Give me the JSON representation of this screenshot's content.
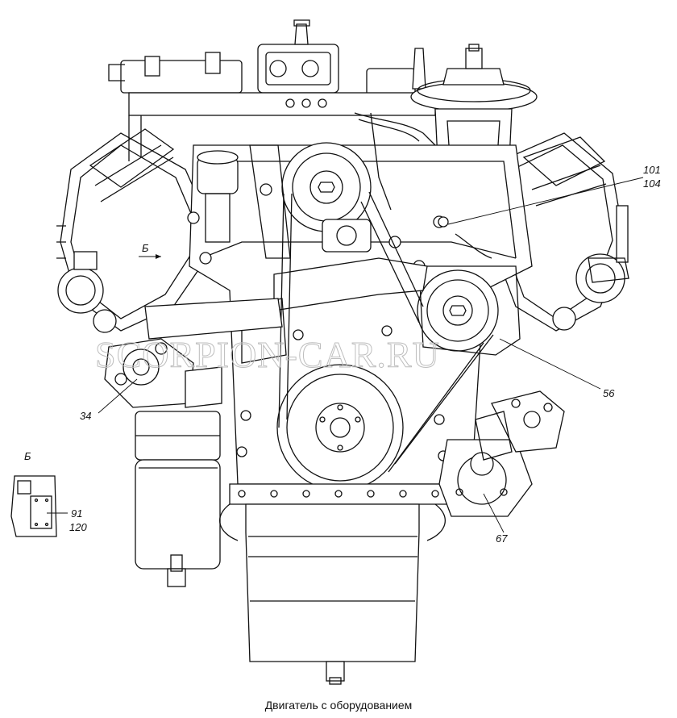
{
  "figure": {
    "caption": "Двигатель с оборудованием",
    "watermark": "SCORPION-CAR.RU",
    "view_arrow_label": "Б",
    "inset_label": "Б"
  },
  "callouts": [
    {
      "id": "c101",
      "text": "101"
    },
    {
      "id": "c104",
      "text": "104"
    },
    {
      "id": "c56",
      "text": "56"
    },
    {
      "id": "c34",
      "text": "34"
    },
    {
      "id": "c67",
      "text": "67"
    },
    {
      "id": "c91",
      "text": "91"
    },
    {
      "id": "c120",
      "text": "120"
    }
  ],
  "colors": {
    "line": "#111111",
    "background": "#ffffff",
    "watermark": "#bdbdbd"
  }
}
